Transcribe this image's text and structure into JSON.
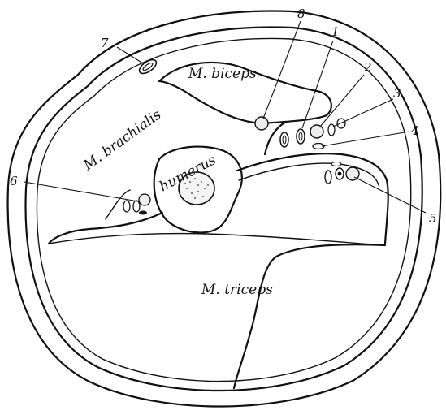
{
  "figure": {
    "muscles": {
      "biceps": "M. biceps",
      "brachialis": "M. brachialis",
      "triceps": "M. triceps"
    },
    "bone": "humerus",
    "callouts": [
      "1",
      "2",
      "3",
      "4",
      "5",
      "6",
      "7",
      "8"
    ]
  },
  "colors": {
    "ink": "#111111",
    "background": "#ffffff"
  }
}
